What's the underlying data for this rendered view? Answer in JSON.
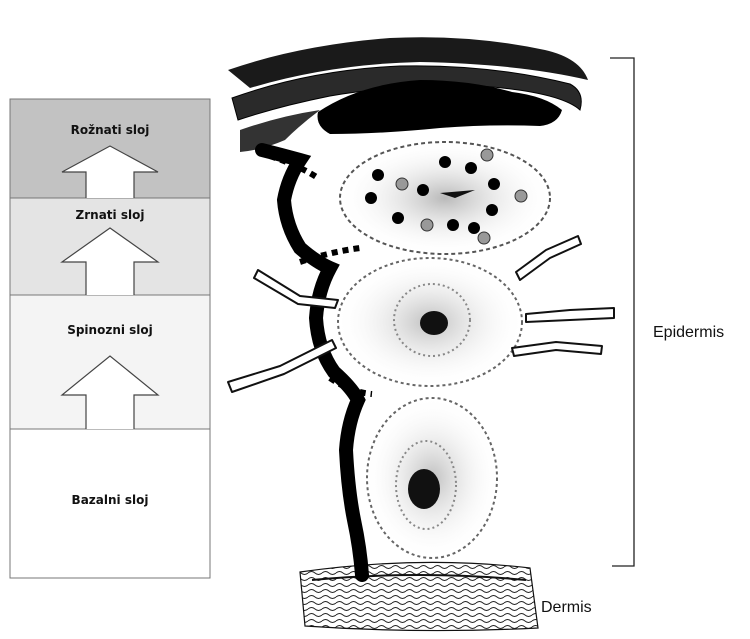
{
  "layers": [
    {
      "label": "Rožnati sloj",
      "color": "#c2c2c2"
    },
    {
      "label": "Zrnati sloj",
      "color": "#e4e4e4"
    },
    {
      "label": "Spinozni sloj",
      "color": "#f4f4f4"
    },
    {
      "label": "Bazalni sloj",
      "color": "#ffffff"
    }
  ],
  "labels": {
    "epidermis": "Epidermis",
    "dermis": "Dermis"
  }
}
